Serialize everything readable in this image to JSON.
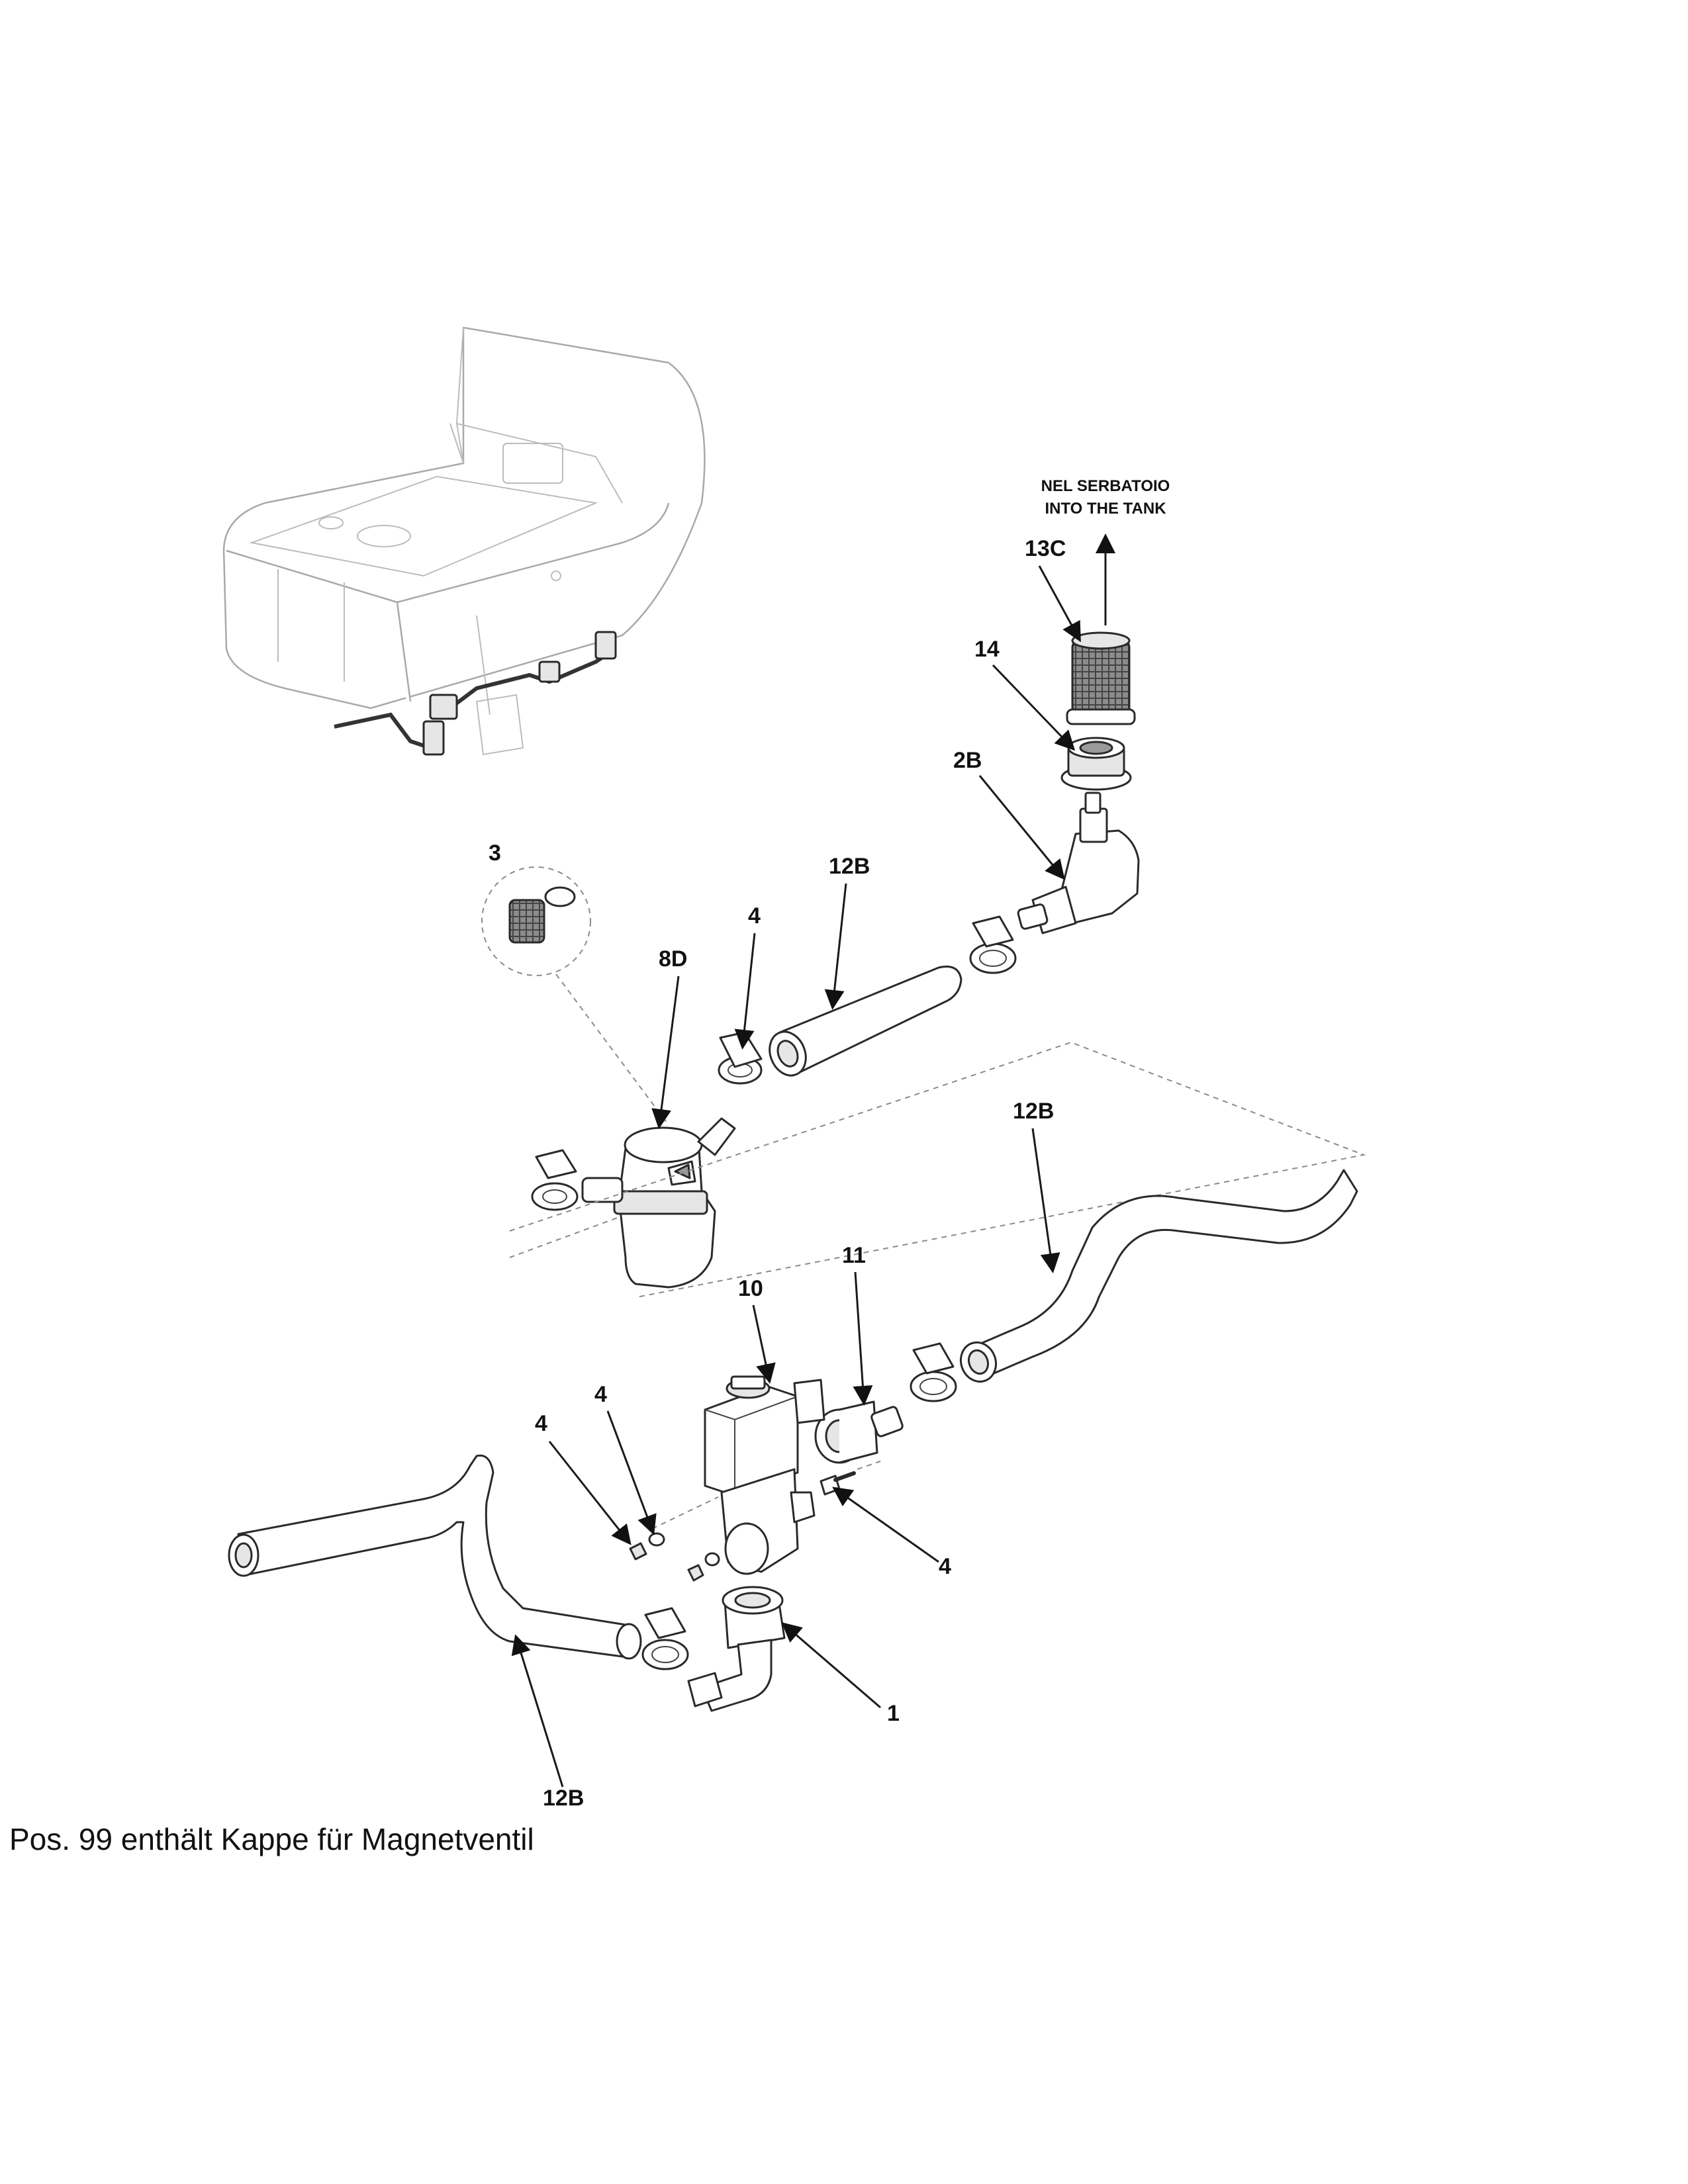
{
  "tank_note": {
    "line1": "NEL SERBATOIO",
    "line2": "INTO THE TANK"
  },
  "callouts": {
    "c13c": "13C",
    "c14": "14",
    "c2b": "2B",
    "c3": "3",
    "c12b_upper": "12B",
    "c4_upper": "4",
    "c8d": "8D",
    "c12b_right": "12B",
    "c11": "11",
    "c10": "10",
    "c4_left_a": "4",
    "c4_left_b": "4",
    "c4_right": "4",
    "c1": "1",
    "c12b_bottom": "12B"
  },
  "footnote": "Pos. 99 enthält Kappe für Magnetventil"
}
